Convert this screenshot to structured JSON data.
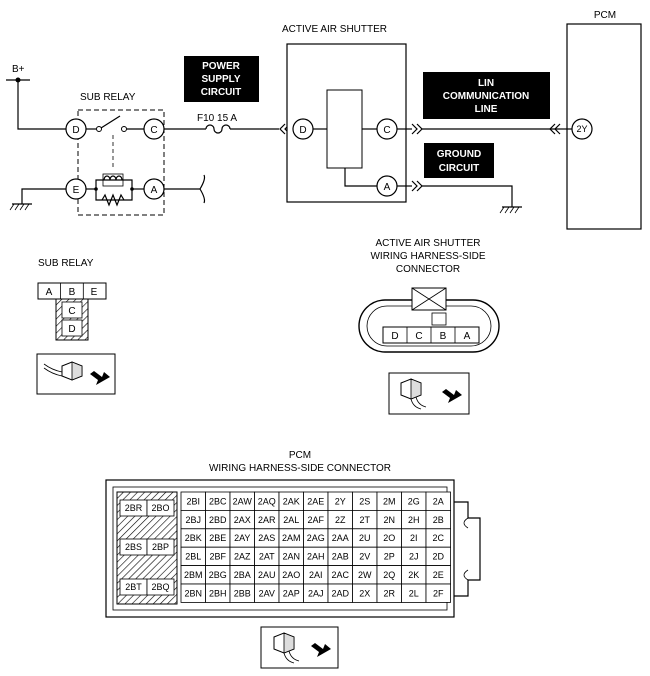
{
  "labels": {
    "b_plus": "B+",
    "sub_relay": "SUB RELAY",
    "power_supply": [
      "POWER",
      "SUPPLY",
      "CIRCUIT"
    ],
    "fuse": "F10 15 A",
    "active_air_shutter": "ACTIVE AIR SHUTTER",
    "pcm": "PCM",
    "lin": [
      "LIN",
      "COMMUNICATION",
      "LINE"
    ],
    "ground": [
      "GROUND",
      "CIRCUIT"
    ],
    "sub_relay_conn_title": "SUB RELAY",
    "aas_conn_title": [
      "ACTIVE AIR SHUTTER",
      "WIRING HARNESS-SIDE",
      "CONNECTOR"
    ],
    "pcm_conn_title": [
      "PCM",
      "WIRING HARNESS-SIDE CONNECTOR"
    ]
  },
  "sub_relay_terminals": {
    "d": "D",
    "c": "C",
    "e": "E",
    "a": "A"
  },
  "aas_terminals": {
    "d": "D",
    "c": "C",
    "a": "A"
  },
  "pcm_terminal": "2Y",
  "sub_relay_connector": {
    "top": [
      "A",
      "B",
      "E"
    ],
    "stack": [
      "C",
      "D"
    ]
  },
  "aas_connector": [
    "D",
    "C",
    "B",
    "A"
  ],
  "pcm_left_pins": [
    "2BR",
    "2BO",
    "2BS",
    "2BP",
    "2BT",
    "2BQ"
  ],
  "pcm_grid": [
    [
      "2BI",
      "2BC",
      "2AW",
      "2AQ",
      "2AK",
      "2AE",
      "2Y",
      "2S",
      "2M",
      "2G",
      "2A"
    ],
    [
      "2BJ",
      "2BD",
      "2AX",
      "2AR",
      "2AL",
      "2AF",
      "2Z",
      "2T",
      "2N",
      "2H",
      "2B"
    ],
    [
      "2BK",
      "2BE",
      "2AY",
      "2AS",
      "2AM",
      "2AG",
      "2AA",
      "2U",
      "2O",
      "2I",
      "2C"
    ],
    [
      "2BL",
      "2BF",
      "2AZ",
      "2AT",
      "2AN",
      "2AH",
      "2AB",
      "2V",
      "2P",
      "2J",
      "2D"
    ],
    [
      "2BM",
      "2BG",
      "2BA",
      "2AU",
      "2AO",
      "2AI",
      "2AC",
      "2W",
      "2Q",
      "2K",
      "2E"
    ],
    [
      "2BN",
      "2BH",
      "2BB",
      "2AV",
      "2AP",
      "2AJ",
      "2AD",
      "2X",
      "2R",
      "2L",
      "2F"
    ]
  ],
  "colors": {
    "label_bg": "#000000",
    "line": "#000000"
  }
}
